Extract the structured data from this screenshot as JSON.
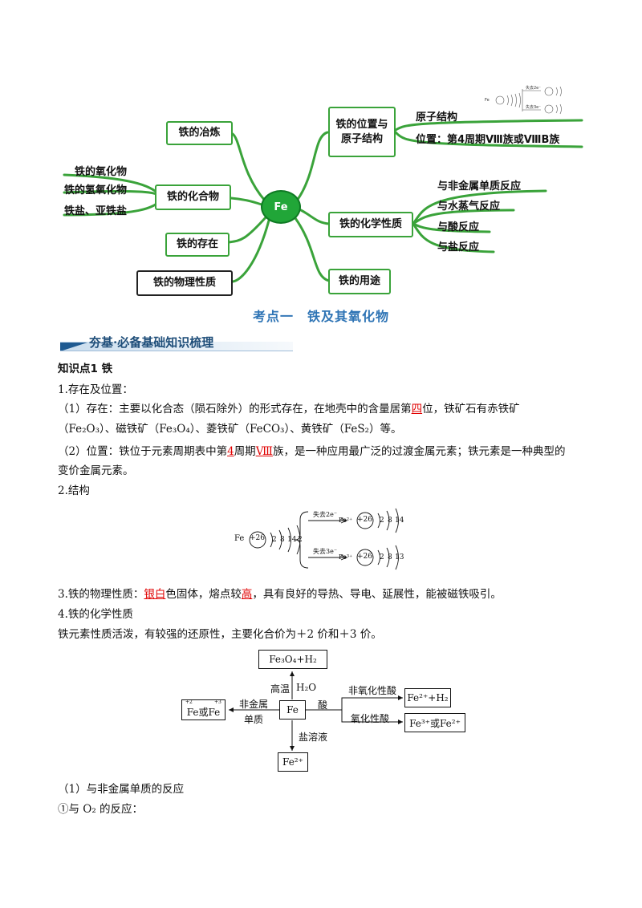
{
  "mindmap": {
    "center": "Fe",
    "left_nodes": {
      "smelting": "铁的冶炼",
      "compounds": "铁的化合物",
      "existence": "铁的存在",
      "physical": "铁的物理性质"
    },
    "compound_leaves": [
      "铁的氧化物",
      "铁的氢氧化物",
      "铁盐、亚铁盐"
    ],
    "right_nodes": {
      "position": "铁的位置与原子结构",
      "chemical": "铁的化学性质",
      "use": "铁的用途"
    },
    "position_leaves": [
      "原子结构",
      "位置：第4周期Ⅷ族或ⅧB族"
    ],
    "chemical_leaves": [
      "与非金属单质反应",
      "与水蒸气反应",
      "与酸反应",
      "与盐反应"
    ]
  },
  "section_title": "考点一　铁及其氧化物",
  "banner": "夯基·必备基础知识梳理",
  "knowledge": {
    "title": "知识点1 铁",
    "s1": "1.存在及位置：",
    "p1a_pre": "（1）存在：主要以化合态（陨石除外）的形式存在，在地壳中的含量居第",
    "p1a_hl": "四",
    "p1a_post": "位，铁矿石有赤铁矿",
    "p1b": "（Fe₂O₃）、磁铁矿（Fe₃O₄）、菱铁矿（FeCO₃）、黄铁矿（FeS₂）等。",
    "p2a_pre": "（2）位置：铁位于元素周期表中第",
    "p2a_hl1": "4",
    "p2a_mid": "周期",
    "p2a_hl2": "Ⅷ",
    "p2a_post": "族，是一种应用最广泛的过渡金属元素；铁元素是一种典型的",
    "p2b": "变价金属元素。",
    "s2": "2.结构",
    "s3_pre": "3.铁的物理性质：",
    "s3_hl1": "银白",
    "s3_mid": "色固体，熔点较",
    "s3_hl2": "高",
    "s3_post": "，具有良好的导热、导电、延展性，能被磁铁吸引。",
    "s4": "4.铁的化学性质",
    "s4_text": "铁元素性质活泼，有较强的还原性，主要化合价为＋2 价和＋3 价。",
    "r1": "（1）与非金属单质的反应",
    "r2": "①与 O₂ 的反应："
  },
  "electron": {
    "symbol": "Fe",
    "nucleus": "+26",
    "shells": [
      "2",
      "8",
      "14",
      "2"
    ],
    "lose2": "失去2e⁻",
    "ion2": "Fe²⁺",
    "shells2": [
      "2",
      "8",
      "14"
    ],
    "lose3": "失去3e⁻",
    "ion3": "Fe³⁺",
    "shells3": [
      "2",
      "8",
      "13"
    ]
  },
  "flow": {
    "center": "Fe",
    "top": "Fe₃O₄+H₂",
    "top_cond1": "高温",
    "top_cond2": "H₂O",
    "left": "Fe或Fe",
    "left_v1": "+2",
    "left_v2": "+3",
    "left_cond1": "非金属",
    "left_cond2": "单质",
    "right_cond": "酸",
    "acid1": "非氧化性酸",
    "prod1": "Fe²⁺+H₂",
    "acid2": "氧化性酸",
    "prod2": "Fe³⁺或Fe²⁺",
    "bottom_cond": "盐溶液",
    "bottom": "Fe²⁺"
  }
}
